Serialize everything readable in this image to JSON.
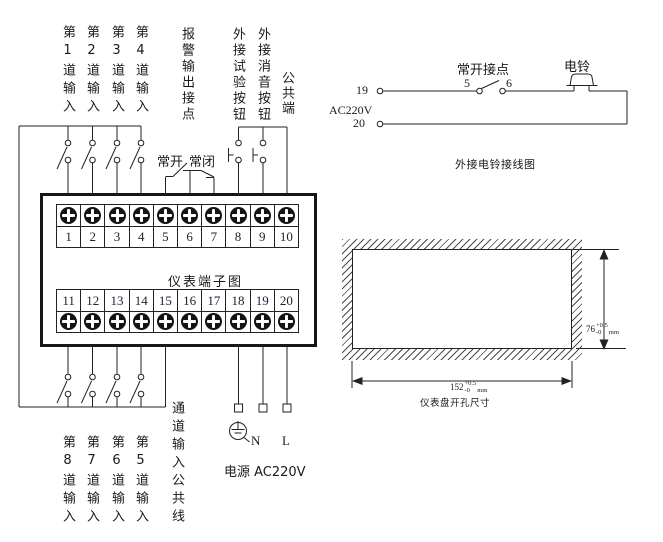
{
  "left_diagram": {
    "top_channel_labels": [
      "第1道输入",
      "第2道输入",
      "第3道输入",
      "第4道输入"
    ],
    "alarm_label": "报警输出接点",
    "test_button_label": "外接试验按钮",
    "mute_button_label": "外接消音按钮",
    "common_label": "公共端",
    "no_label": "常开",
    "nc_label": "常闭",
    "terminal_block": {
      "title": "仪表端子图",
      "top_numbers": [
        "1",
        "2",
        "3",
        "4",
        "5",
        "6",
        "7",
        "8",
        "9",
        "10"
      ],
      "bottom_numbers": [
        "11",
        "12",
        "13",
        "14",
        "15",
        "16",
        "17",
        "18",
        "19",
        "20"
      ]
    },
    "bottom_channel_labels": [
      "第8道输入",
      "第7道输入",
      "第6道输入",
      "第5道输入"
    ],
    "channel_common_label": "通道输入公共线",
    "power": {
      "neutral": "N",
      "line": "L",
      "label": "电源 AC220V"
    }
  },
  "bell_diagram": {
    "terminal_19": "19",
    "terminal_20": "20",
    "supply_label": "AC220V",
    "no_contact_label": "常开接点",
    "contact_5": "5",
    "contact_6": "6",
    "bell_label": "电铃",
    "caption": "外接电铃接线图"
  },
  "cutout_diagram": {
    "height_dim": {
      "value": "76",
      "tol_plus": "+0.5",
      "tol_minus": "-0",
      "unit": "mm"
    },
    "width_dim": {
      "value": "152",
      "tol_plus": "+0.5",
      "tol_minus": "-0",
      "unit": "mm"
    },
    "caption": "仪表盘开孔尺寸"
  },
  "colors": {
    "line": "#222222",
    "text": "#1a1a1a",
    "background": "#ffffff",
    "screw": "#141414"
  }
}
